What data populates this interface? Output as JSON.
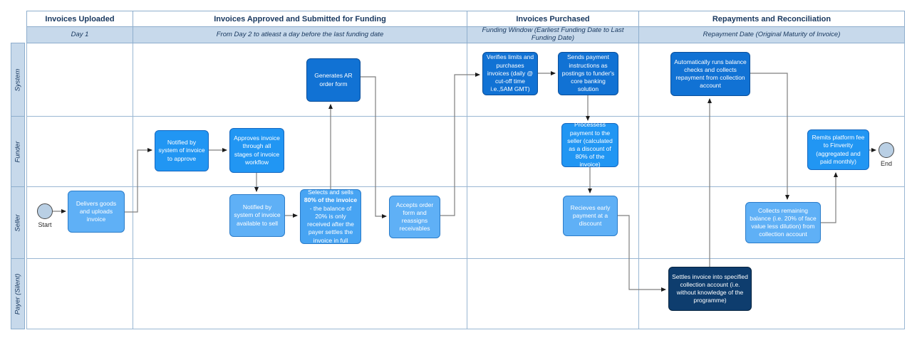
{
  "columns": [
    {
      "title": "Invoices Uploaded",
      "subtitle": "Day 1"
    },
    {
      "title": "Invoices Approved and Submitted for Funding",
      "subtitle": "From Day 2 to atleast a day before the last funding date"
    },
    {
      "title": "Invoices Purchased",
      "subtitle": "Funding Window (Earliest Funding Date to Last Funding Date)"
    },
    {
      "title": "Repayments and Reconciliation",
      "subtitle": "Repayment Date (Original Maturity of Invoice)"
    }
  ],
  "lanes": [
    "System",
    "Funder",
    "Seller",
    "Payer (Silent)"
  ],
  "nodes": {
    "start_label": "Start",
    "end_label": "End",
    "delivers": "Delivers goods and uploads invoice",
    "notified_approve": "Notified by system of invoice to approve",
    "approves": "Approves invoice through all stages of invoice workflow",
    "notified_sell": "Notified by system of invoice available to sell",
    "selects_prefix": "Selects and sells ",
    "selects_bold": "80% of the invoice",
    "selects_suffix": " - the balance of 20% is only received after the payer settles the invoice in full",
    "generates_ar": "Generates AR order form",
    "accepts": "Accepts order form and reassigns receivables",
    "verifies": "Verifies limits and purchases invoices (daily @ cut-off time i.e.,5AM GMT)",
    "sends": "Sends payment instructions as postings to funder's core banking solution",
    "processes": "Processess payment to the seller (calculated as a discount of 80% of the invoice)",
    "receives": "Recieves early payment at a discount",
    "auto_runs": "Automatically runs balance checks and collects repayment from collection account",
    "collects": "Collects remaining balance (i.e. 20% of face value less dilution) from collection account",
    "remits": "Remits platform fee to Finverity (aggregated and paid monthly)",
    "settles": "Settles invoice into specified collection account (i.e. without knowledge of the programme)"
  },
  "colors": {
    "system_box": "#1172d4",
    "funder_box": "#2196f3",
    "seller_box": "#5fb0f6",
    "seller_alt_box": "#47a4f3",
    "payer_box": "#0e3d6e",
    "header_text": "#17375e",
    "band_bg": "#c7d9eb",
    "grid_border": "#9ab7d3"
  }
}
